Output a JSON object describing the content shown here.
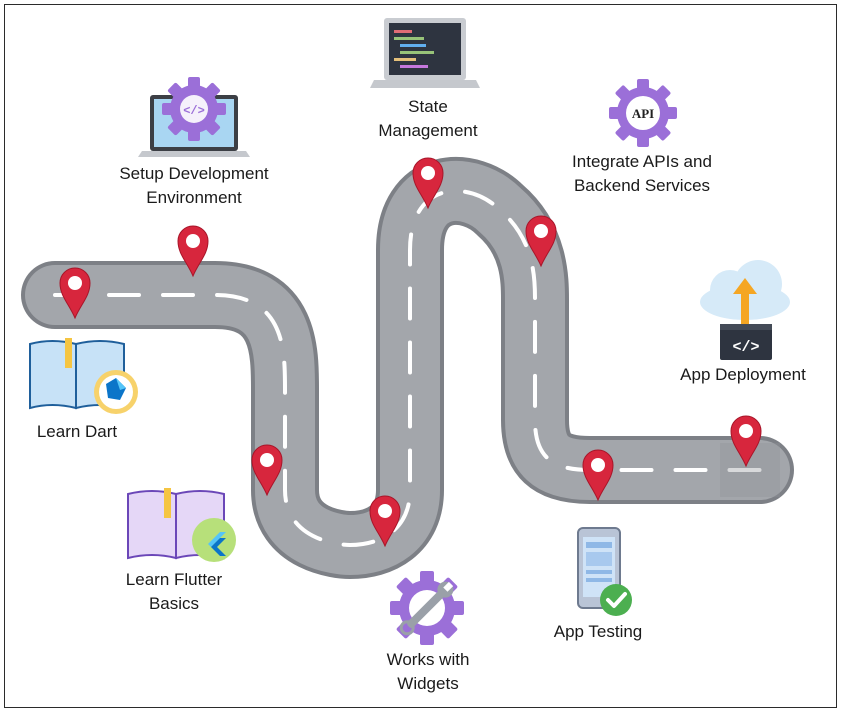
{
  "milestones": [
    {
      "id": "learn-dart",
      "label_lines": [
        "Learn Dart"
      ]
    },
    {
      "id": "setup",
      "label_lines": [
        "Setup Development",
        "Environment"
      ]
    },
    {
      "id": "flutter-basics",
      "label_lines": [
        "Learn Flutter",
        "Basics"
      ]
    },
    {
      "id": "widgets",
      "label_lines": [
        "Works with",
        "Widgets"
      ]
    },
    {
      "id": "state",
      "label_lines": [
        "State",
        "Management"
      ]
    },
    {
      "id": "apis",
      "label_lines": [
        "Integrate APIs and",
        "Backend Services"
      ]
    },
    {
      "id": "testing",
      "label_lines": [
        "App Testing"
      ]
    },
    {
      "id": "deployment",
      "label_lines": [
        "App Deployment"
      ]
    }
  ],
  "icons": {
    "setup": "laptop-code-gear-icon",
    "state": "laptop-code-editor-icon",
    "apis": "api-gear-icon",
    "deployment": "cloud-deploy-icon",
    "learn-dart": "book-dart-logo-icon",
    "flutter-basics": "book-flutter-logo-icon",
    "widgets": "gear-wrench-icon",
    "testing": "phone-checkmark-icon"
  },
  "icon_text": {
    "code_tag": "</>",
    "api": "API"
  },
  "colors": {
    "road": "#a3a6ab",
    "road_edge": "#7d8086",
    "road_dash": "#ffffff",
    "pin": "#d7263d",
    "gear": "#9b6fd8",
    "laptop_screen": "#a9d6f2",
    "editor_screen": "#2e3440",
    "book_blue": "#c7e2f7",
    "book_purple": "#e5d7f7",
    "dart": "#0b75c9",
    "flutter": "#54c5f8",
    "check": "#4caf50",
    "arrow": "#f5a623",
    "cloud": "#d6eaf8"
  }
}
